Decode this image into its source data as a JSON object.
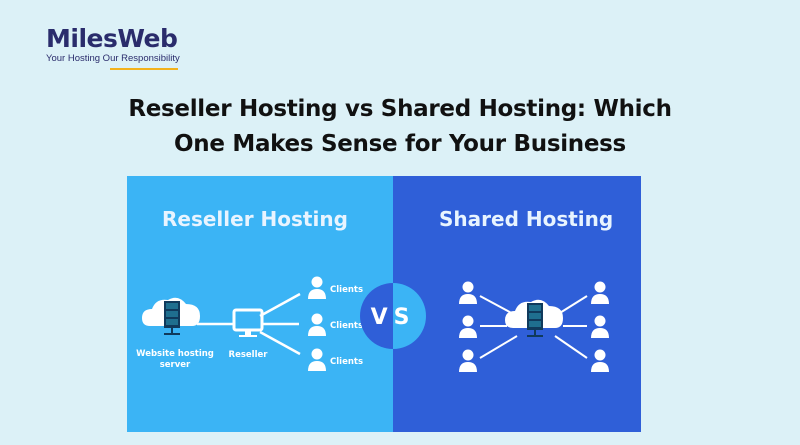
{
  "brand": {
    "name": "MilesWeb",
    "tagline": "Your Hosting Our Responsibility"
  },
  "title": {
    "line1": "Reseller Hosting vs Shared Hosting: Which",
    "line2": "One Makes Sense for Your Business"
  },
  "diagram": {
    "left": {
      "heading": "Reseller Hosting",
      "server_label_1": "Website hosting",
      "server_label_2": "server",
      "reseller_label": "Reseller",
      "clients": [
        "Clients",
        "Clients",
        "Clients"
      ]
    },
    "right": {
      "heading": "Shared Hosting"
    },
    "vs_label": "VS",
    "colors": {
      "left": "#3bb4f5",
      "right": "#2f5fd8",
      "navy": "#2a2c6c"
    }
  }
}
